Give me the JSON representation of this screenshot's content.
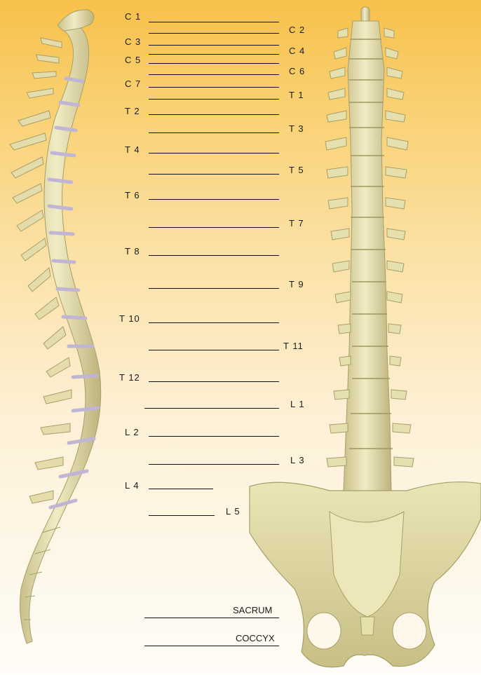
{
  "labels": {
    "c1": "C 1",
    "c2": "C 2",
    "c3": "C 3",
    "c4": "C 4",
    "c5": "C 5",
    "c6": "C 6",
    "c7": "C 7",
    "t1": "T 1",
    "t2": "T 2",
    "t3": "T 3",
    "t4": "T 4",
    "t5": "T 5",
    "t6": "T 6",
    "t7": "T 7",
    "t8": "T 8",
    "t9": "T 9",
    "t10": "T 10",
    "t11": "T 11",
    "t12": "T 12",
    "l1": "L 1",
    "l2": "L 2",
    "l3": "L 3",
    "l4": "L 4",
    "l5": "L 5",
    "sacrum": "SACRUM",
    "coccyx": "COCCYX"
  },
  "colors": {
    "bone": "#e8e2b0",
    "bone_shadow": "#b9b07a",
    "disc": "#c9c0d8",
    "background_top": "#f7c04a",
    "background_bottom": "#fffdf8"
  }
}
